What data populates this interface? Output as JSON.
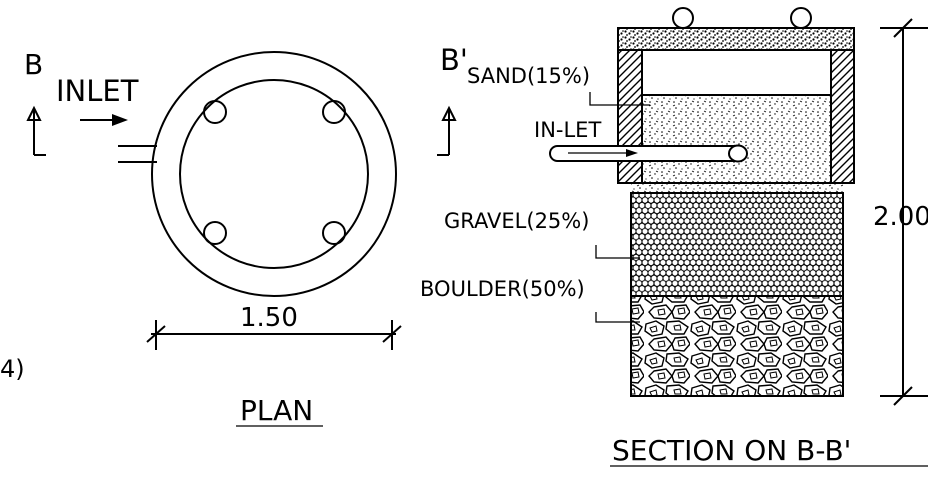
{
  "plan": {
    "section_mark_left": "B",
    "inlet_label": "INLET",
    "dimension": "1.50",
    "title": "PLAN",
    "cut_text": "4)"
  },
  "section": {
    "section_mark_right": "B'",
    "sand_label": "SAND(15%)",
    "inlet_label": "IN-LET",
    "gravel_label": "GRAVEL(25%)",
    "boulder_label": "BOULDER(50%)",
    "height_dimension": "2.00",
    "title": "SECTION  ON  B-B'"
  }
}
